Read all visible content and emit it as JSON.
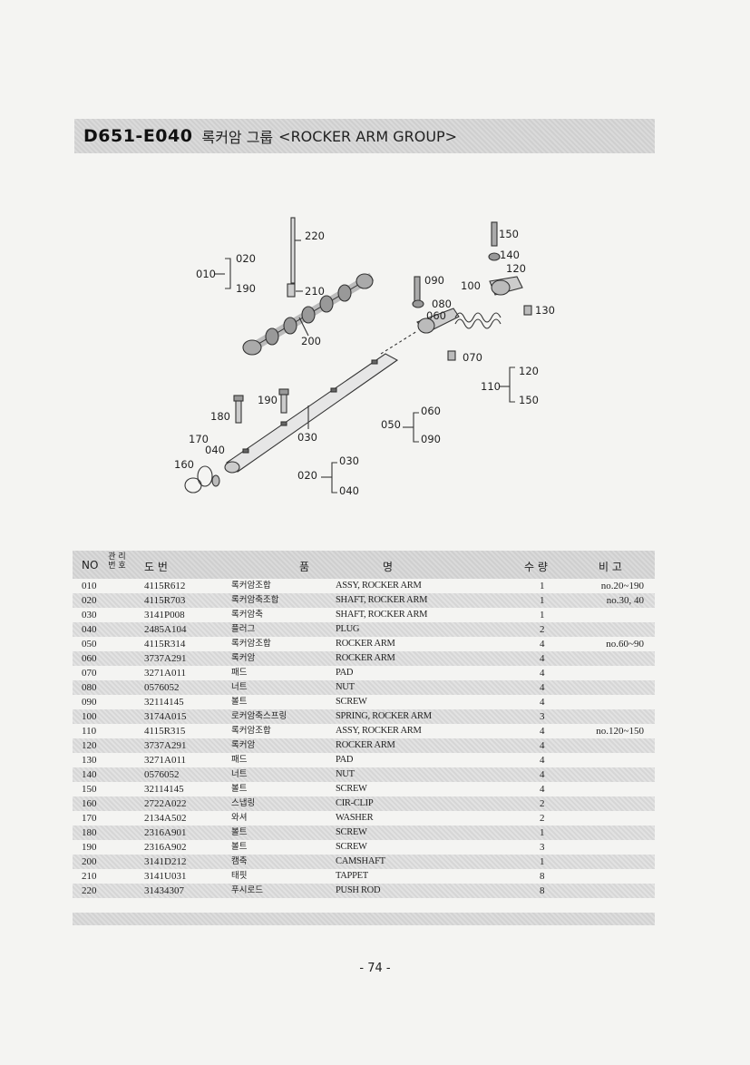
{
  "header": {
    "code": "D651-E040",
    "title_kr": "록커암 그룹",
    "title_en": "<ROCKER ARM GROUP>"
  },
  "diagram": {
    "callouts": [
      "220",
      "150",
      "140",
      "120",
      "010",
      "020",
      "190",
      "090",
      "100",
      "210",
      "080",
      "130",
      "060",
      "200",
      "070",
      "120",
      "110",
      "150",
      "190",
      "180",
      "060",
      "050",
      "090",
      "170",
      "040",
      "030",
      "160",
      "030",
      "020",
      "040"
    ]
  },
  "table": {
    "headers": {
      "no": "NO",
      "mgmt_top": "관 리",
      "mgmt_bottom": "번 호",
      "drawing_no": "도    번",
      "name_left": "품",
      "name_right": "명",
      "qty": "수  량",
      "remarks": "비  고"
    },
    "rows": [
      {
        "no": "010",
        "code": "4115R612",
        "kr": "록커암조합",
        "en": "ASSY, ROCKER ARM",
        "qty": "1",
        "rem": "no.20~190"
      },
      {
        "no": "020",
        "code": "4115R703",
        "kr": "록커암축조합",
        "en": "SHAFT, ROCKER ARM",
        "qty": "1",
        "rem": "no.30, 40"
      },
      {
        "no": "030",
        "code": "3141P008",
        "kr": "록커암축",
        "en": "SHAFT, ROCKER ARM",
        "qty": "1",
        "rem": ""
      },
      {
        "no": "040",
        "code": "2485A104",
        "kr": "플러그",
        "en": "PLUG",
        "qty": "2",
        "rem": ""
      },
      {
        "no": "050",
        "code": "4115R314",
        "kr": "록커암조합",
        "en": "ROCKER ARM",
        "qty": "4",
        "rem": "no.60~90"
      },
      {
        "no": "060",
        "code": "3737A291",
        "kr": "록커암",
        "en": "ROCKER ARM",
        "qty": "4",
        "rem": ""
      },
      {
        "no": "070",
        "code": "3271A011",
        "kr": "패드",
        "en": "PAD",
        "qty": "4",
        "rem": ""
      },
      {
        "no": "080",
        "code": "0576052",
        "kr": "너트",
        "en": "NUT",
        "qty": "4",
        "rem": ""
      },
      {
        "no": "090",
        "code": "32114145",
        "kr": "볼트",
        "en": "SCREW",
        "qty": "4",
        "rem": ""
      },
      {
        "no": "100",
        "code": "3174A015",
        "kr": "로커암축스프링",
        "en": "SPRING, ROCKER ARM",
        "qty": "3",
        "rem": ""
      },
      {
        "no": "110",
        "code": "4115R315",
        "kr": "록커암조합",
        "en": "ASSY, ROCKER ARM",
        "qty": "4",
        "rem": "no.120~150"
      },
      {
        "no": "120",
        "code": "3737A291",
        "kr": "록커암",
        "en": "ROCKER ARM",
        "qty": "4",
        "rem": ""
      },
      {
        "no": "130",
        "code": "3271A011",
        "kr": "패드",
        "en": "PAD",
        "qty": "4",
        "rem": ""
      },
      {
        "no": "140",
        "code": "0576052",
        "kr": "너트",
        "en": "NUT",
        "qty": "4",
        "rem": ""
      },
      {
        "no": "150",
        "code": "32114145",
        "kr": "볼트",
        "en": "SCREW",
        "qty": "4",
        "rem": ""
      },
      {
        "no": "160",
        "code": "2722A022",
        "kr": "스냅링",
        "en": "CIR-CLIP",
        "qty": "2",
        "rem": ""
      },
      {
        "no": "170",
        "code": "2134A502",
        "kr": "와셔",
        "en": "WASHER",
        "qty": "2",
        "rem": ""
      },
      {
        "no": "180",
        "code": "2316A901",
        "kr": "볼트",
        "en": "SCREW",
        "qty": "1",
        "rem": ""
      },
      {
        "no": "190",
        "code": "2316A902",
        "kr": "볼트",
        "en": "SCREW",
        "qty": "3",
        "rem": ""
      },
      {
        "no": "200",
        "code": "3141D212",
        "kr": "캠축",
        "en": "CAMSHAFT",
        "qty": "1",
        "rem": ""
      },
      {
        "no": "210",
        "code": "3141U031",
        "kr": "태핏",
        "en": "TAPPET",
        "qty": "8",
        "rem": ""
      },
      {
        "no": "220",
        "code": "31434307",
        "kr": "푸시로드",
        "en": "PUSH ROD",
        "qty": "8",
        "rem": ""
      }
    ]
  },
  "footer": {
    "page_number": "- 74 -"
  }
}
